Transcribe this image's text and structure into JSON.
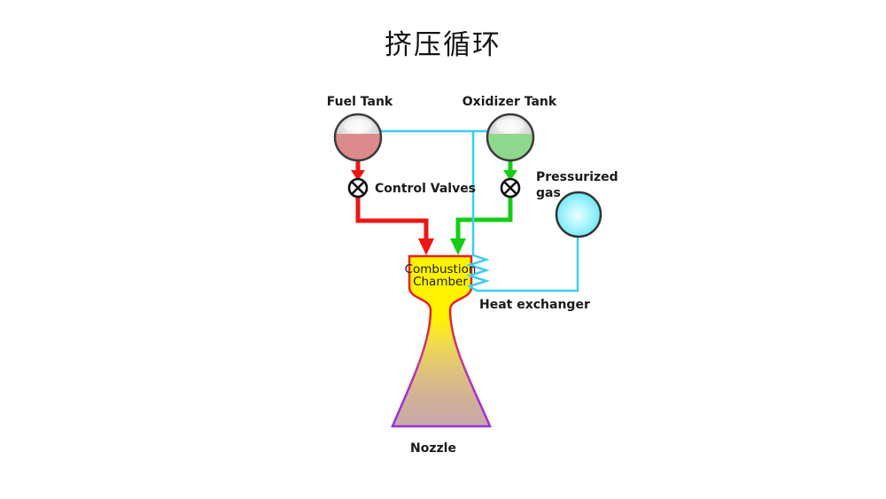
{
  "title": "挤压循环",
  "labels": {
    "fuel_tank": "Fuel Tank",
    "oxidizer_tank": "Oxidizer Tank",
    "control_valves": "Control Valves",
    "pressurized_gas_1": "Pressurized",
    "pressurized_gas_2": "gas",
    "heat_exchanger": "Heat exchanger",
    "combustion_chamber_1": "Combustion",
    "combustion_chamber_2": "Chamber",
    "nozzle": "Nozzle"
  },
  "colors": {
    "fuel_line": "#ed1515",
    "oxidizer_line": "#16cd16",
    "gas_line": "#3ecdf2",
    "fuel_liquid": "#dc8a8a",
    "oxidizer_liquid": "#8ed88e",
    "chamber_fill": "#fff200",
    "chamber_outline": "#e82020",
    "nozzle_outline": "#9b30e0",
    "text": "#1a1a1a"
  }
}
